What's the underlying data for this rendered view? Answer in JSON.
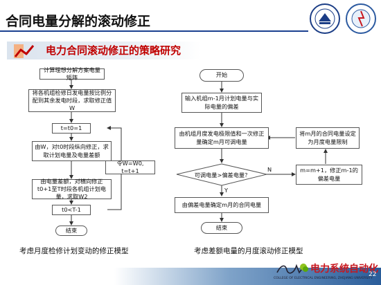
{
  "header": {
    "title": "合同电量分解的滚动修正"
  },
  "section": {
    "title": "电力合同滚动修正的策略研究"
  },
  "left_flow": {
    "b1": "计算理想分解方案电量矩阵",
    "b2": "将各机组检修日发电量按比例分配到其余发电时段，求取修正值W",
    "b3": "t=t0=1",
    "b4": "由W，对t0时段纵向修正，求取计划电量及电量差额",
    "b5": "令W=W0, t=t+1",
    "b6": "由电量差额，对横向修正t0+1至T时段各机组计划电量，求取W2",
    "b7": "t0<T-1",
    "b8": "结束",
    "caption": "考虑月度检修计划变动的修正模型"
  },
  "right_flow": {
    "start": "开始",
    "r1": "输入机组m-1月计划电量与实际电量的偏差",
    "r2": "由机组月度发电极限值和一次修正量确定m月可调电量",
    "r3": "将m月的合同电量设定为月度电量限制",
    "decision": "可调电量>偏差电量？",
    "n_label": "N",
    "y_label": "Y",
    "r4": "m=m+1，修正m-1的偏差电量",
    "r5": "由偏差电量确定m月的合同电量",
    "end": "结束",
    "caption": "考虑差额电量的月度滚动修正模型"
  },
  "footer": {
    "brand": "电力系统自动化",
    "college": "COLLEGE OF ELECTRICAL ENGINEERING, ZHEJIANG UNIVERSITY",
    "page": "22"
  },
  "colors": {
    "title_underline": "#1a3f8f",
    "section_title": "#c00000",
    "footer_brand": "#c8171e"
  }
}
